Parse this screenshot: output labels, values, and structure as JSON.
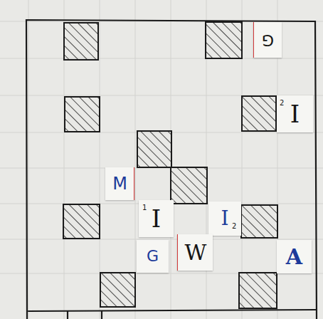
{
  "diagram": {
    "nodes": [
      {
        "text": [
          "G"
        ]
      },
      {
        "text": [
          "I",
          "2"
        ]
      },
      {
        "text": [
          "M"
        ]
      },
      {
        "text": [
          "I",
          "1"
        ]
      },
      {
        "text": [
          "I",
          "2"
        ]
      },
      {
        "text": [
          "G"
        ]
      },
      {
        "text": [
          "W"
        ]
      },
      {
        "text": [
          "A"
        ]
      }
    ]
  }
}
